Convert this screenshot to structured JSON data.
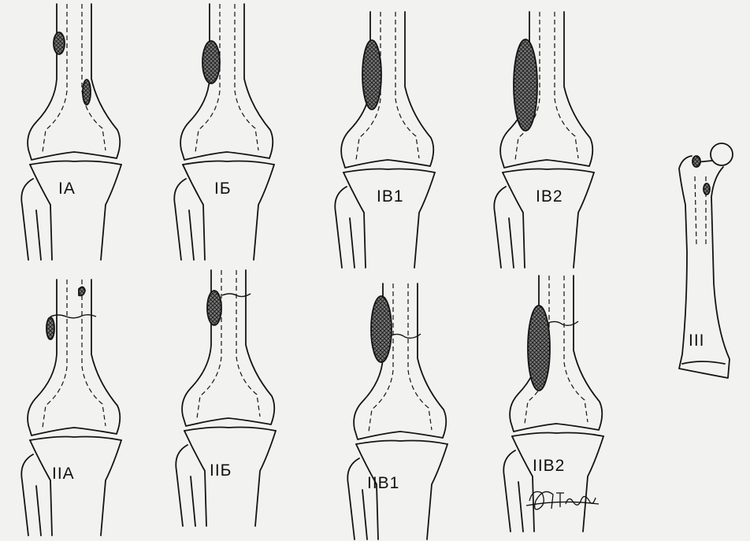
{
  "labels": {
    "IA": "IA",
    "IB": "IБ",
    "IV1": "IB1",
    "IV2": "IB2",
    "III": "III",
    "IIA": "IIA",
    "IIB": "IIБ",
    "IIV1": "IIB1",
    "IIV2": "IIB2"
  },
  "colors": {
    "paper": "#f2f2f0",
    "ink": "#141414"
  }
}
